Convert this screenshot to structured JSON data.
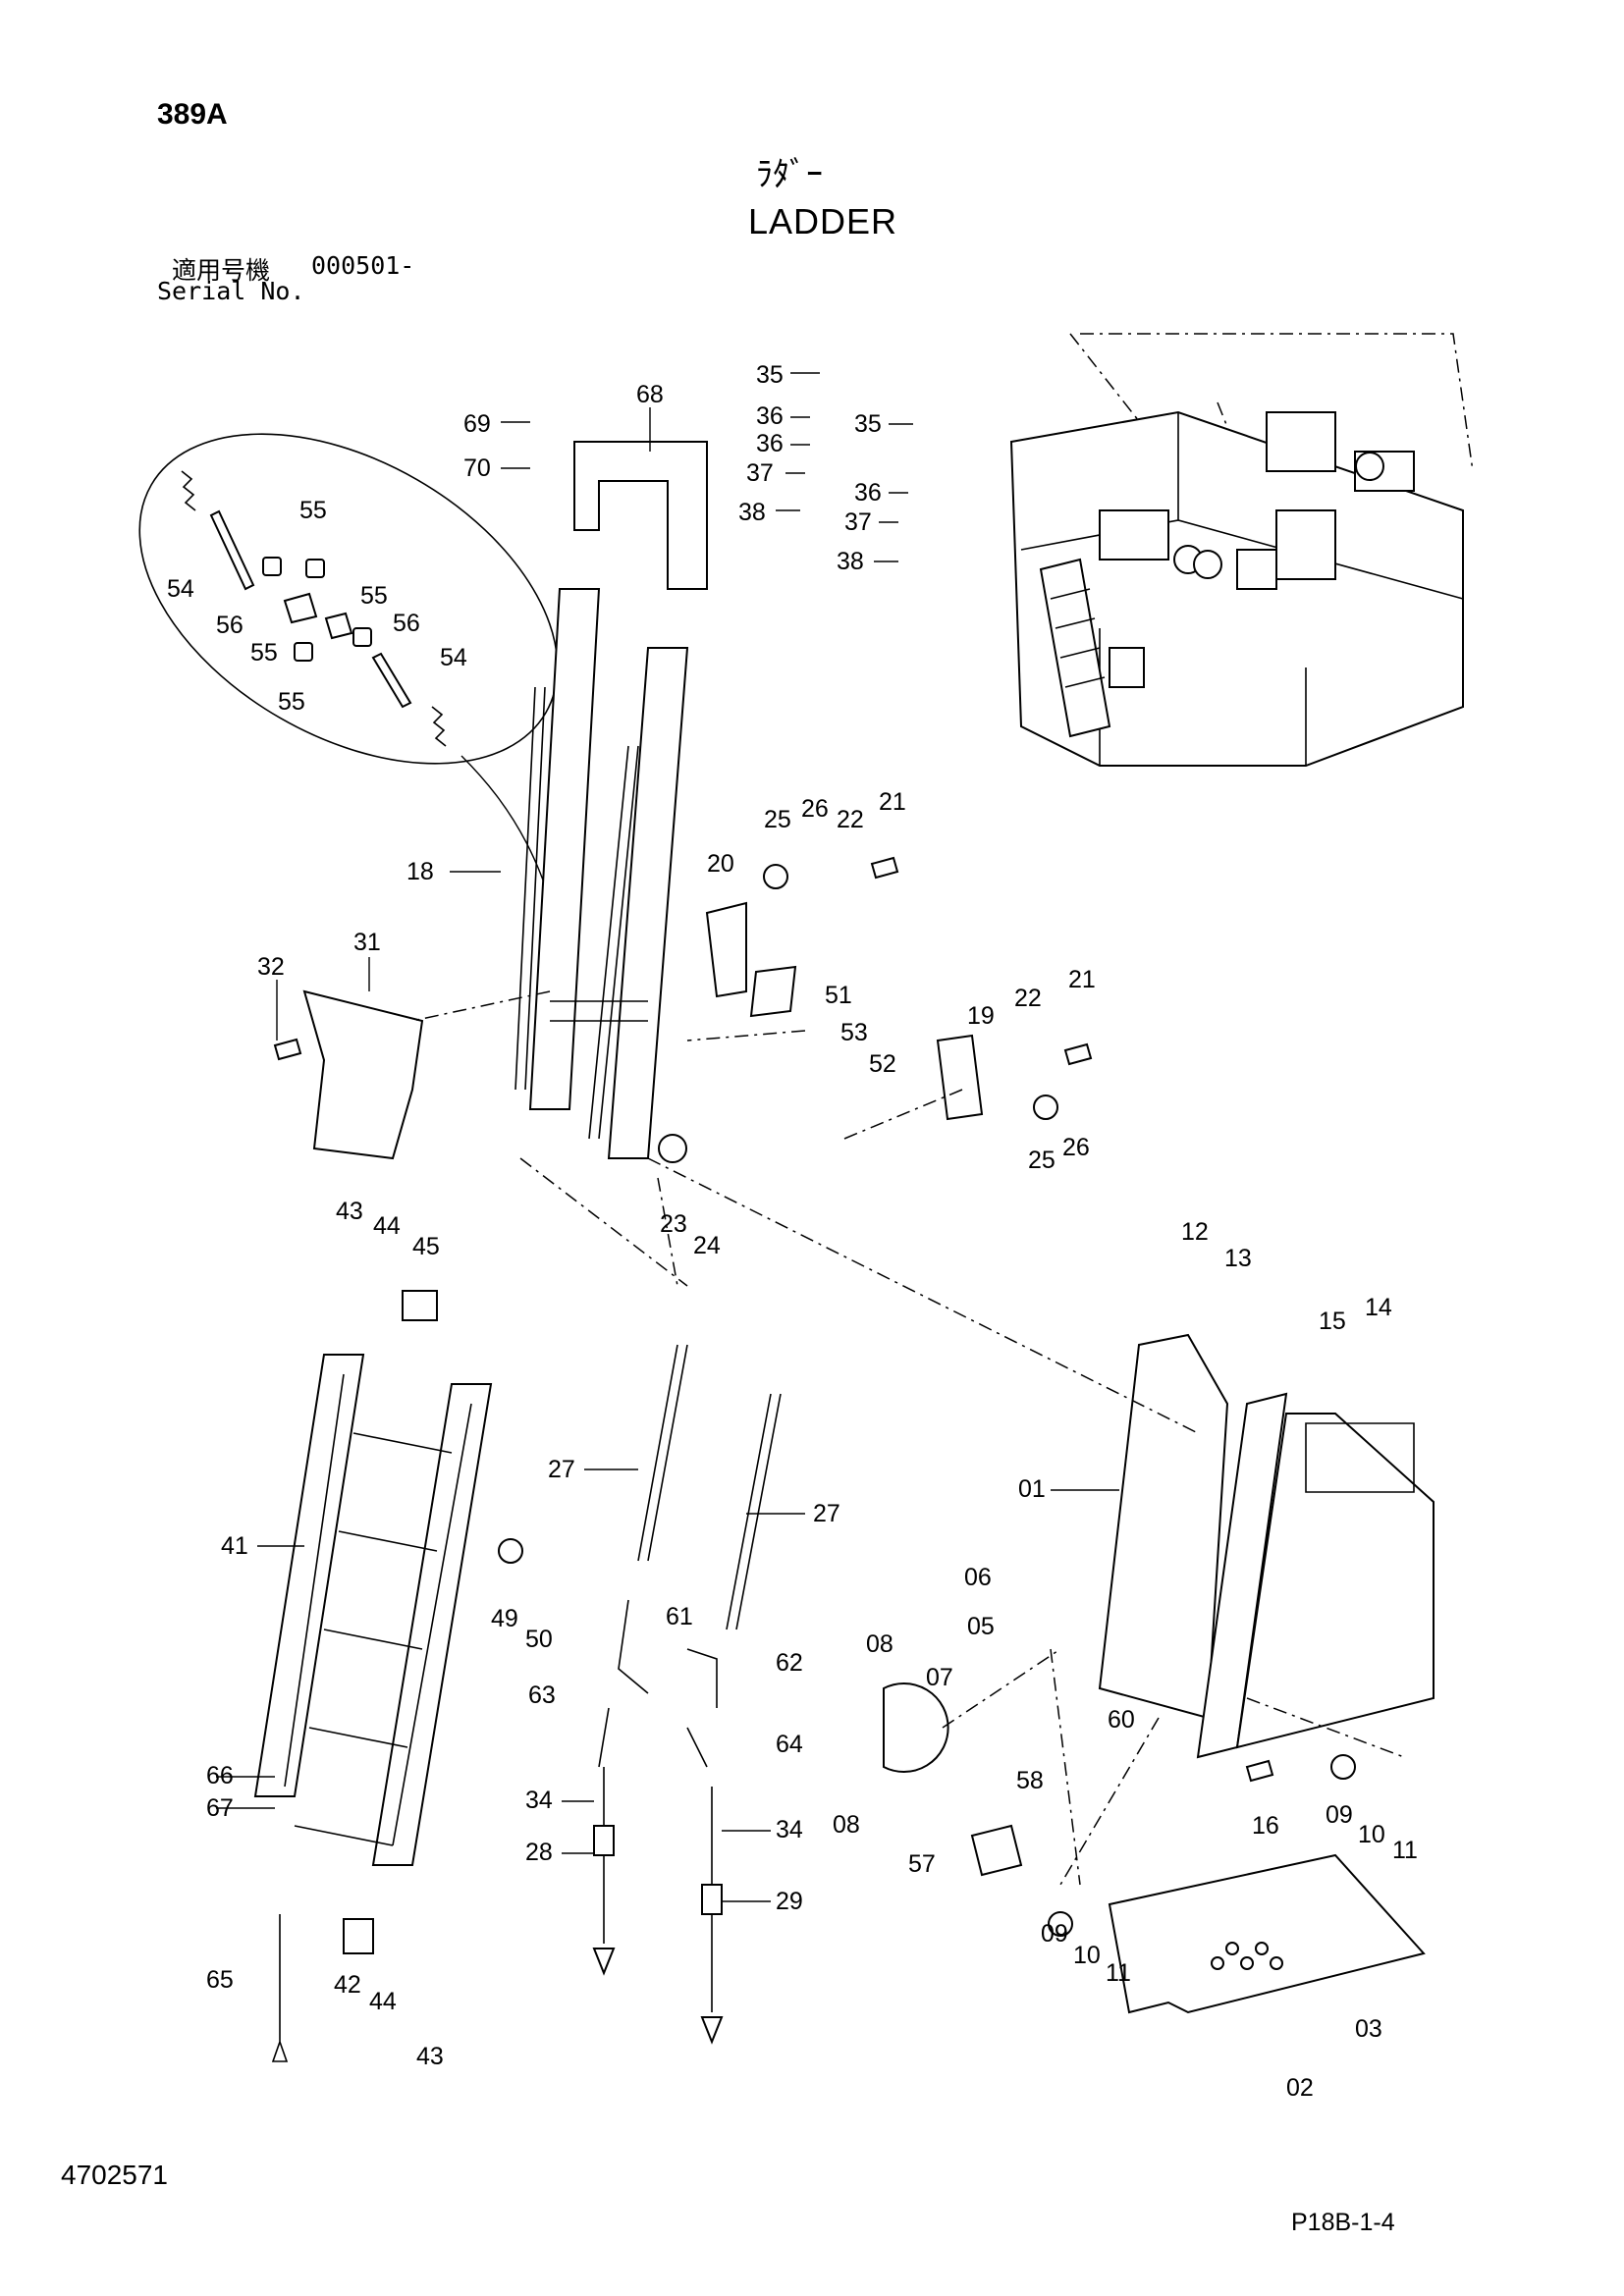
{
  "header": {
    "page_code": "389A",
    "title_jp": "ﾗﾀﾞｰ",
    "title_en": "LADDER",
    "serial_label_jp": "適用号機",
    "serial_range": "000501-",
    "serial_label_en": "Serial No."
  },
  "footer": {
    "doc_number": "4702571",
    "page_ref": "P18B-1-4"
  },
  "callouts": [
    "35",
    "36",
    "36",
    "37",
    "38",
    "35",
    "36",
    "37",
    "38",
    "69",
    "70",
    "68",
    "55",
    "54",
    "56",
    "55",
    "55",
    "55",
    "56",
    "54",
    "25",
    "26",
    "22",
    "21",
    "20",
    "18",
    "32",
    "31",
    "51",
    "53",
    "52",
    "19",
    "22",
    "21",
    "25",
    "26",
    "23",
    "24",
    "43",
    "44",
    "45",
    "41",
    "49",
    "50",
    "66",
    "67",
    "65",
    "42",
    "44",
    "43",
    "27",
    "27",
    "61",
    "62",
    "63",
    "64",
    "34",
    "34",
    "28",
    "29",
    "12",
    "13",
    "14",
    "15",
    "01",
    "06",
    "05",
    "08",
    "07",
    "08",
    "58",
    "57",
    "60",
    "16",
    "09",
    "10",
    "11",
    "09",
    "10",
    "11",
    "03",
    "02"
  ]
}
